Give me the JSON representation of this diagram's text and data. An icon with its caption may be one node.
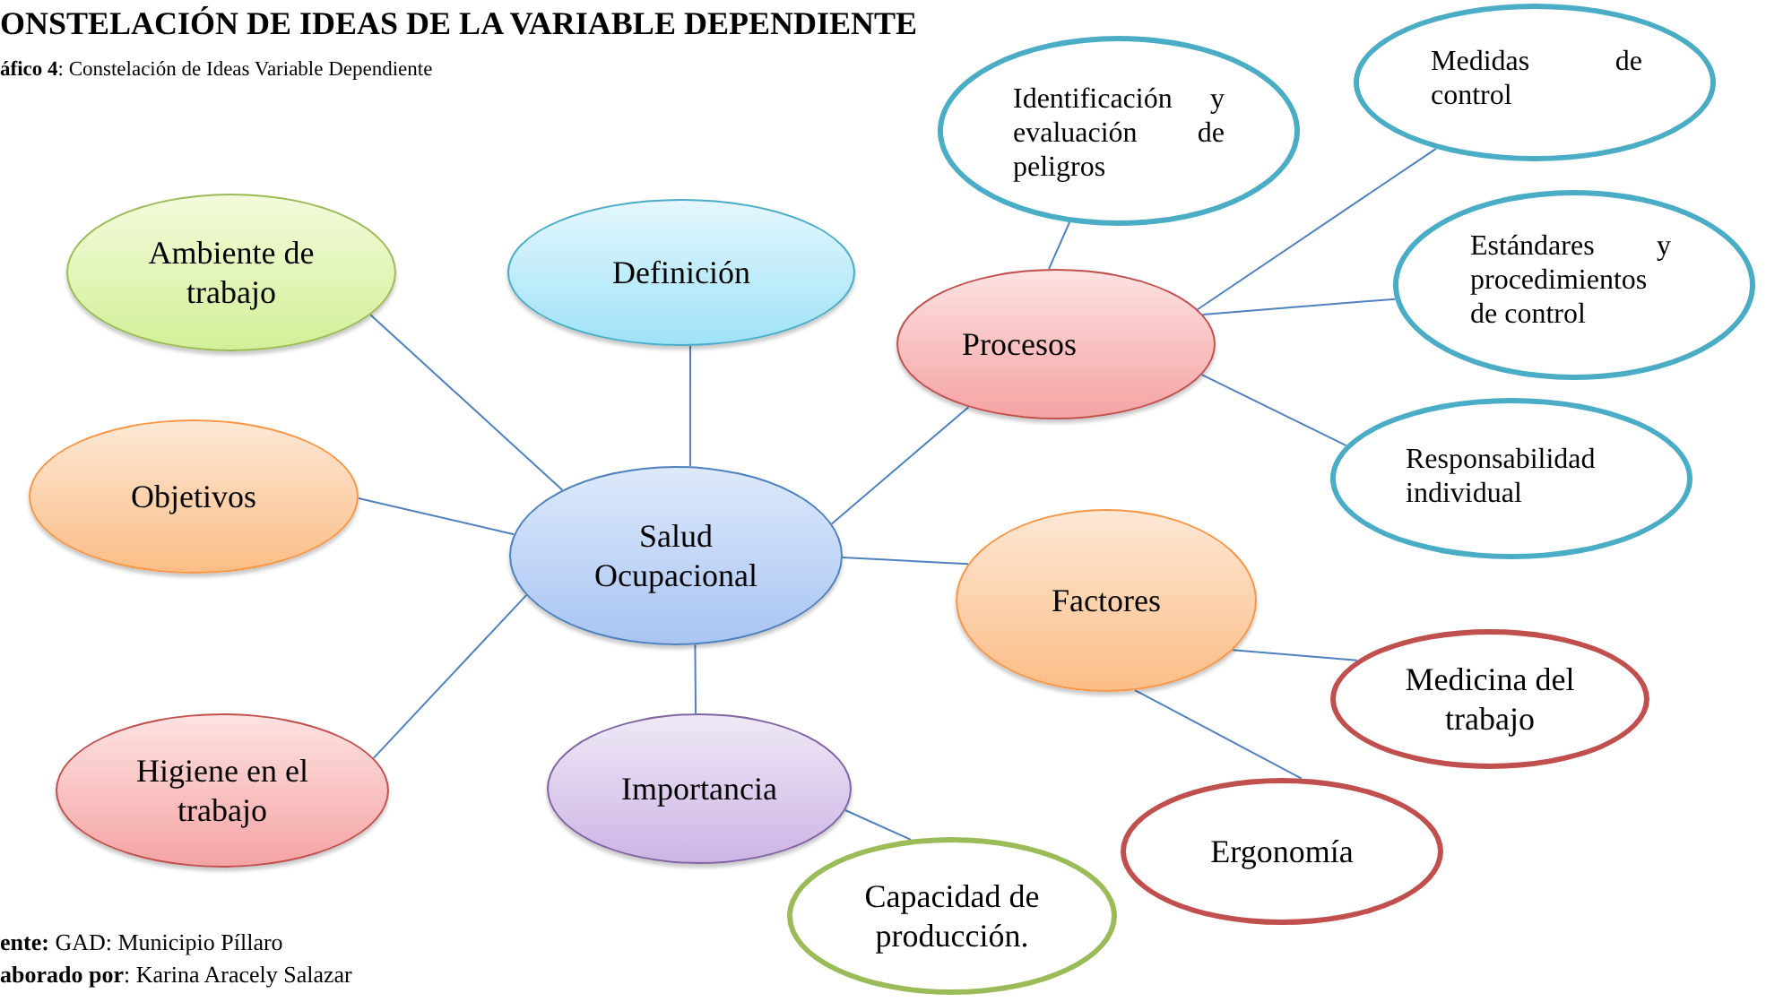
{
  "diagram": {
    "title": "ONSTELACIÓN DE IDEAS DE LA VARIABLE DEPENDIENTE",
    "nodes": [
      {
        "text": [
          "Salud Ocupacional"
        ]
      },
      {
        "text": [
          "Ambiente de trabajo"
        ]
      },
      {
        "text": [
          "Definición"
        ]
      },
      {
        "text": [
          "Objetivos"
        ]
      },
      {
        "text": [
          "Higiene en el trabajo"
        ]
      },
      {
        "text": [
          "Importancia"
        ]
      },
      {
        "text": [
          "Procesos"
        ]
      },
      {
        "text": [
          "Identificación y evaluación de peligros"
        ]
      },
      {
        "text": [
          "Medidas de control"
        ]
      },
      {
        "text": [
          "Estándares y procedimientos de control"
        ]
      },
      {
        "text": [
          "Responsabilidad individual"
        ]
      },
      {
        "text": [
          "Factores"
        ]
      },
      {
        "text": [
          "Medicina del trabajo"
        ]
      },
      {
        "text": [
          "Ergonomía"
        ]
      },
      {
        "text": [
          "Capacidad de producción."
        ]
      }
    ],
    "edges": [
      {
        "from": 0,
        "to": 1,
        "arrow": "none"
      },
      {
        "from": 0,
        "to": 2,
        "arrow": "none"
      },
      {
        "from": 0,
        "to": 3,
        "arrow": "none"
      },
      {
        "from": 0,
        "to": 4,
        "arrow": "none"
      },
      {
        "from": 0,
        "to": 5,
        "arrow": "none"
      },
      {
        "from": 0,
        "to": 6,
        "arrow": "none"
      },
      {
        "from": 0,
        "to": 11,
        "arrow": "none"
      },
      {
        "from": 6,
        "to": 7,
        "arrow": "none"
      },
      {
        "from": 6,
        "to": 8,
        "arrow": "none"
      },
      {
        "from": 6,
        "to": 9,
        "arrow": "none"
      },
      {
        "from": 6,
        "to": 10,
        "arrow": "none"
      },
      {
        "from": 11,
        "to": 12,
        "arrow": "none"
      },
      {
        "from": 11,
        "to": 13,
        "arrow": "none"
      },
      {
        "from": 5,
        "to": 14,
        "arrow": "none"
      }
    ],
    "labels": [
      "**áfico 4**: Constelación de Ideas Variable Dependiente",
      "**ente:** GAD: Municipio Píllaro",
      "**aborado por**: Karina Aracely Salazar"
    ]
  }
}
